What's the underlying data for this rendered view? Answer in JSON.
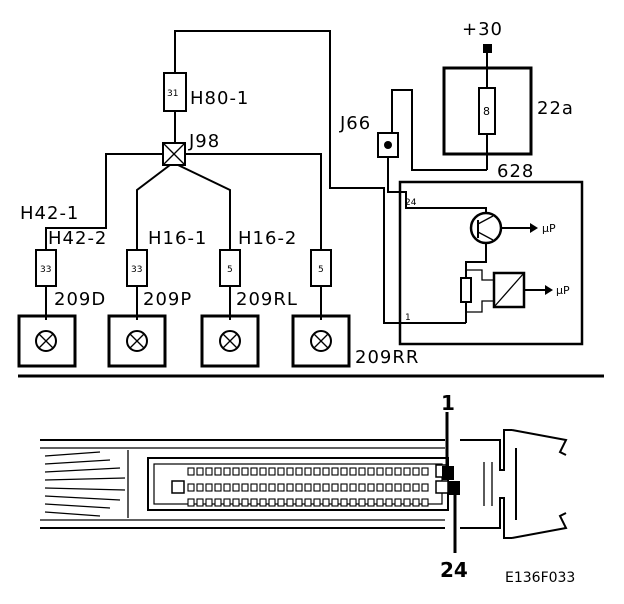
{
  "labels": {
    "plus30": "+30",
    "h80_1": "H80-1",
    "pin31": "31",
    "j98": "J98",
    "j66": "J66",
    "fuse_label": "22a",
    "fuse_value": "8",
    "w628": "628",
    "h42_1": "H42-1",
    "h42_2": "H42-2",
    "h16_1": "H16-1",
    "h16_2": "H16-2",
    "pin33a": "33",
    "pin33b": "33",
    "pin5a": "5",
    "pin5b": "5",
    "l209d": "209D",
    "l209p": "209P",
    "l209rl": "209RL",
    "l209rr": "209RR",
    "pin24": "24",
    "pin1": "1",
    "mu1": "μP",
    "mu2": "μP",
    "conn_top": "1",
    "conn_bottom": "24",
    "figure_code": "E136F033"
  }
}
